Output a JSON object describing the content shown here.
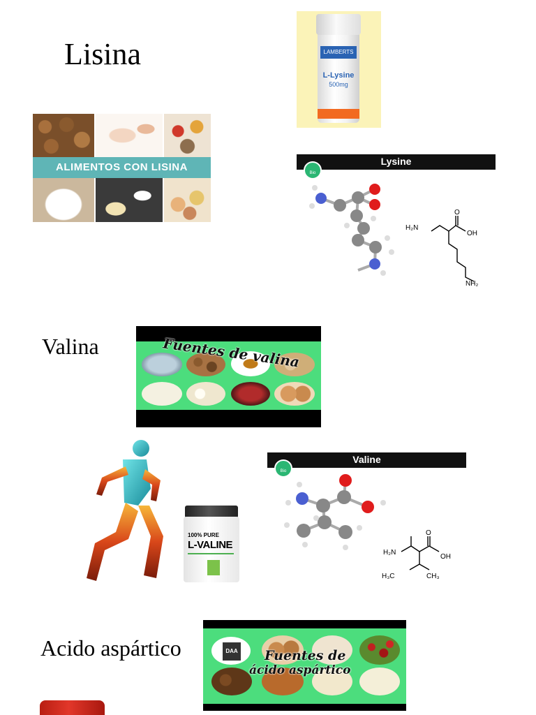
{
  "sections": {
    "lisina": {
      "title": "Lisina",
      "bottle": {
        "brand": "LAMBERTS",
        "name": "L-Lysine",
        "dose": "500mg"
      },
      "collage_caption": "ALIMENTOS CON LISINA",
      "molecule": {
        "title": "Lysine",
        "labels": [
          "H₂N",
          "OH",
          "O",
          "NH₂"
        ]
      }
    },
    "valina": {
      "title": "Valina",
      "banner_title": "Fuentes de valina",
      "jar": {
        "line1": "100% PURE",
        "line2": "L-VALINE"
      },
      "molecule": {
        "title": "Valine",
        "labels": [
          "H₂N",
          "OH",
          "O",
          "H₃C",
          "CH₃"
        ]
      }
    },
    "acido": {
      "title": "Acido aspártico",
      "banner_title_1": "Fuentes de",
      "banner_title_2": "ácido aspártico",
      "jar_label": "DAA"
    }
  },
  "colors": {
    "banner_green": "#4cdd7d",
    "collage_band": "#5fb5b6",
    "lamberts_blue": "#2a63b3",
    "lamberts_orange": "#f26a21"
  }
}
